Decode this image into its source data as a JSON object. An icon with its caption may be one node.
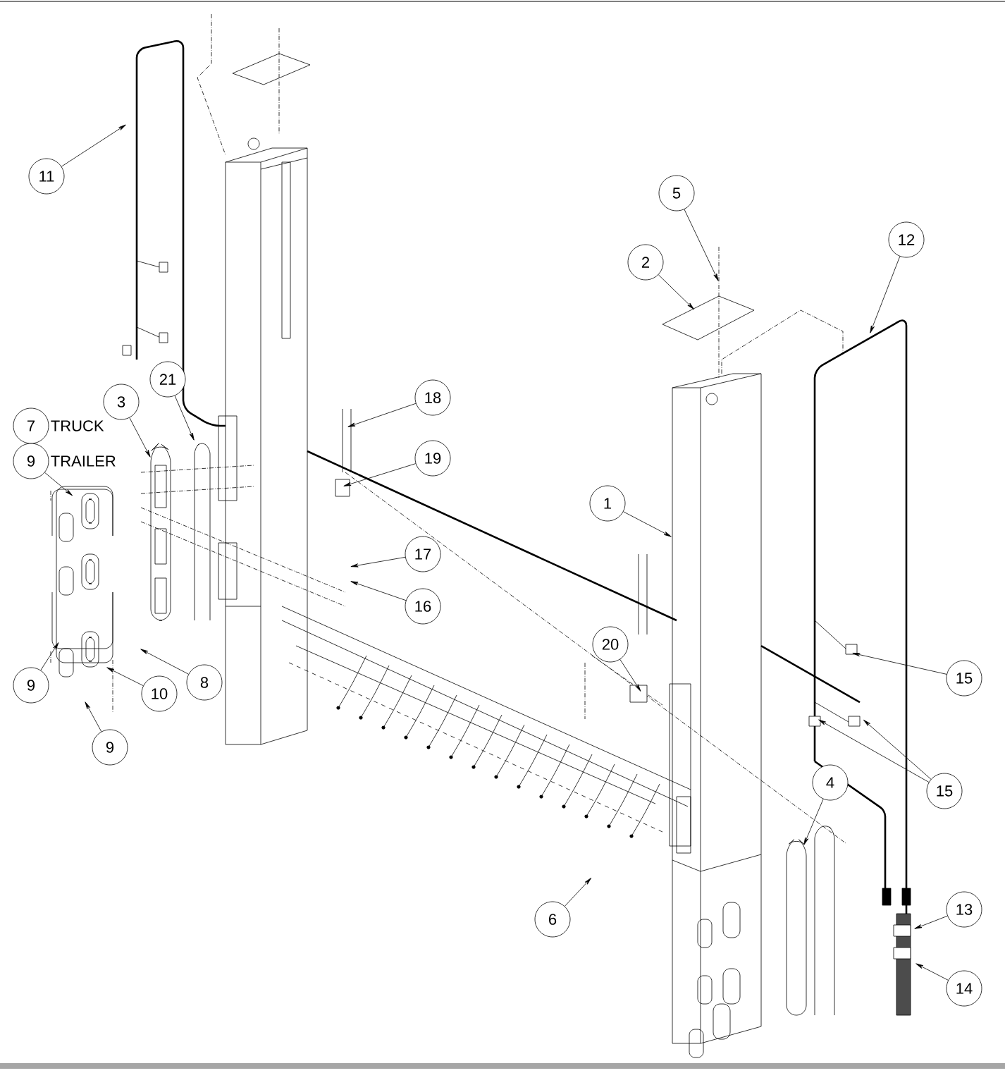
{
  "diagram": {
    "nodes": [
      {
        "text": [
          "11"
        ]
      },
      {
        "text": [
          "5"
        ]
      },
      {
        "text": [
          "12"
        ]
      },
      {
        "text": [
          "2"
        ]
      },
      {
        "text": [
          "21"
        ]
      },
      {
        "text": [
          "18"
        ]
      },
      {
        "text": [
          "3"
        ]
      },
      {
        "text": [
          "7"
        ],
        "beside": [
          "TRUCK"
        ]
      },
      {
        "text": [
          "19"
        ]
      },
      {
        "text": [
          "9"
        ],
        "beside": [
          "TRAILER"
        ]
      },
      {
        "text": [
          "1"
        ]
      },
      {
        "text": [
          "17"
        ]
      },
      {
        "text": [
          "16"
        ]
      },
      {
        "text": [
          "20"
        ]
      },
      {
        "text": [
          "15"
        ]
      },
      {
        "text": [
          "8"
        ]
      },
      {
        "text": [
          "9"
        ]
      },
      {
        "text": [
          "10"
        ]
      },
      {
        "text": [
          "9"
        ]
      },
      {
        "text": [
          "4"
        ]
      },
      {
        "text": [
          "15"
        ]
      },
      {
        "text": [
          "13"
        ]
      },
      {
        "text": [
          "6"
        ]
      },
      {
        "text": [
          "14"
        ]
      }
    ],
    "edges": [
      {
        "from": 0,
        "to": null,
        "arrow": "to"
      },
      {
        "from": 2,
        "to": null,
        "arrow": "to"
      },
      {
        "from": 1,
        "to": null,
        "arrow": "to"
      },
      {
        "from": 3,
        "to": null,
        "arrow": "to"
      },
      {
        "from": 10,
        "to": null,
        "arrow": "to"
      },
      {
        "from": 5,
        "to": null,
        "arrow": "to"
      },
      {
        "from": 8,
        "to": null,
        "arrow": "to"
      },
      {
        "from": 11,
        "to": null,
        "arrow": "to"
      },
      {
        "from": 12,
        "to": null,
        "arrow": "to"
      },
      {
        "from": 13,
        "to": null,
        "arrow": "to"
      },
      {
        "from": 14,
        "to": null,
        "arrow": "to"
      },
      {
        "from": 20,
        "to": null,
        "arrow": "to"
      },
      {
        "from": 20,
        "to": null,
        "arrow": "to"
      },
      {
        "from": 21,
        "to": null,
        "arrow": "to"
      },
      {
        "from": 23,
        "to": null,
        "arrow": "to"
      },
      {
        "from": 22,
        "to": null,
        "arrow": "to"
      },
      {
        "from": 19,
        "to": null,
        "arrow": "to"
      },
      {
        "from": 9,
        "to": null,
        "arrow": "to"
      },
      {
        "from": 6,
        "to": null,
        "arrow": "to"
      },
      {
        "from": 4,
        "to": null,
        "arrow": "to"
      },
      {
        "from": 16,
        "to": null,
        "arrow": "to"
      },
      {
        "from": 17,
        "to": null,
        "arrow": "to"
      },
      {
        "from": 15,
        "to": null,
        "arrow": "to"
      },
      {
        "from": 18,
        "to": null,
        "arrow": "to"
      }
    ]
  }
}
